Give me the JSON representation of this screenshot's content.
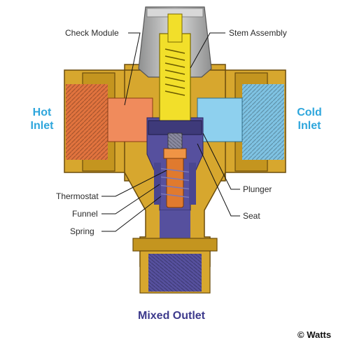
{
  "labels": {
    "check_module": "Check Module",
    "stem_assembly": "Stem Assembly",
    "thermostat": "Thermostat",
    "funnel": "Funnel",
    "spring": "Spring",
    "plunger": "Plunger",
    "seat": "Seat"
  },
  "ports": {
    "hot_line1": "Hot",
    "hot_line2": "Inlet",
    "cold_line1": "Cold",
    "cold_line2": "Inlet",
    "mixed": "Mixed Outlet"
  },
  "copyright": "© Watts",
  "colors": {
    "brass": "#d7a72e",
    "brass_dark": "#9c7216",
    "hot_water": "#e1733e",
    "cold_water": "#7fc3e3",
    "mixed_water": "#56509e",
    "stem_yellow": "#f2df2a",
    "cap_gray": "#bfc0c0",
    "label_blue": "#2ea6dc",
    "mixed_label": "#3d3a8c"
  }
}
